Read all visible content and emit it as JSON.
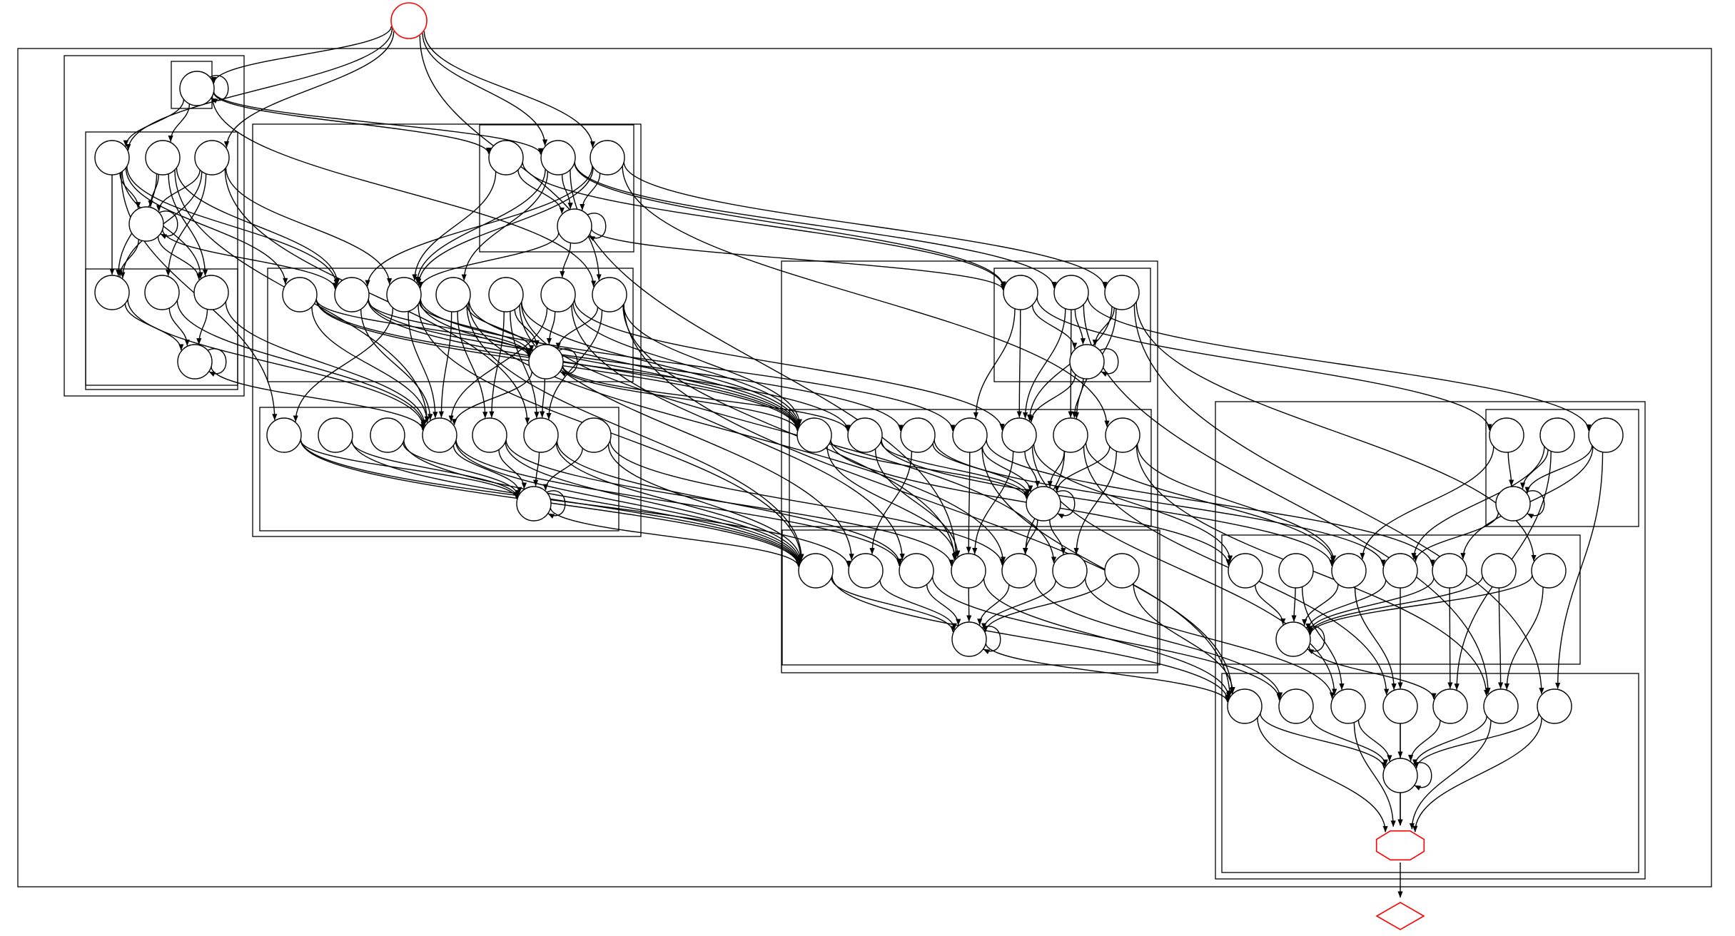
{
  "diagram": {
    "kind": "directed graph",
    "labels_visible": false,
    "node_style": {
      "fill": "#ffffff",
      "stroke": "#000000"
    },
    "accent_color": "#ff0000",
    "special_nodes": {
      "source": "circle",
      "sink": "octagon",
      "terminal": "diamond"
    },
    "edge_color": "#000000",
    "cluster_border_color": "#000000"
  }
}
